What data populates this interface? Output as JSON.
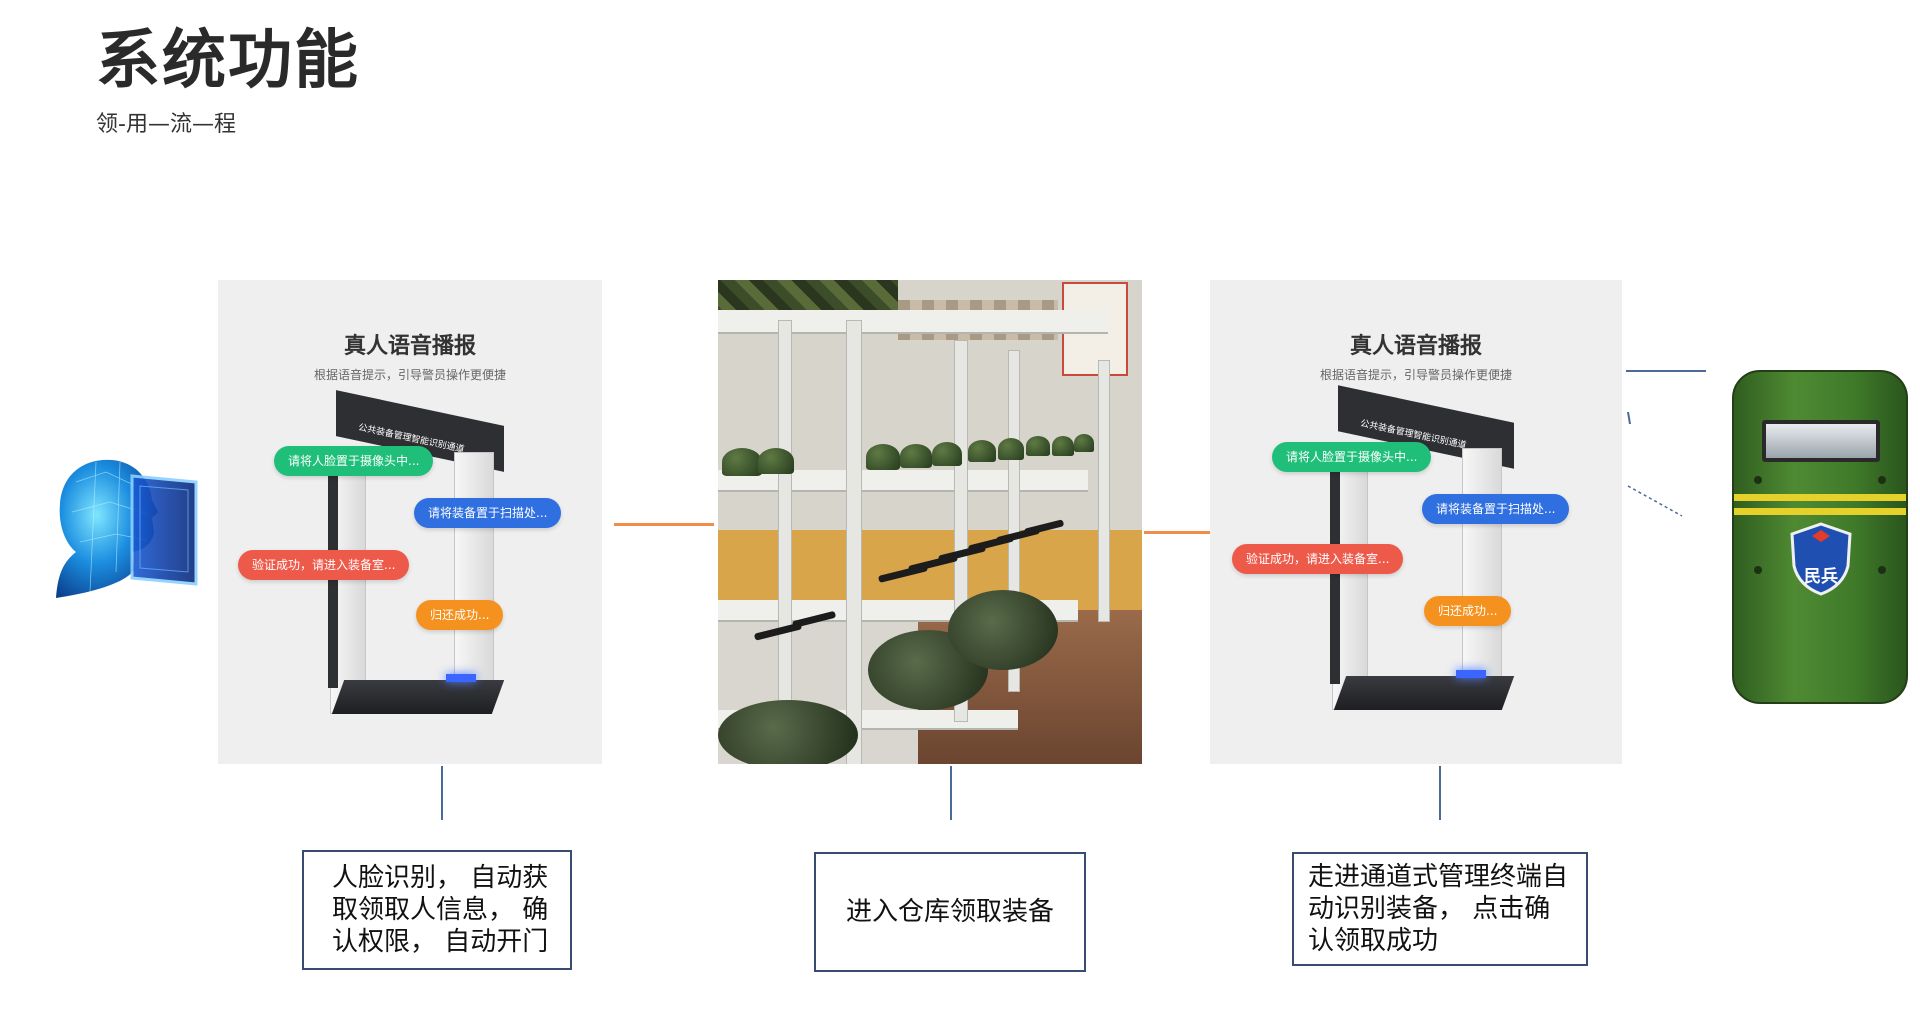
{
  "header": {
    "title": "系统功能",
    "subtitle": "领-用—流—程"
  },
  "panel_left": {
    "title": "真人语音播报",
    "subtitle": "根据语音提示，引导警员操作更便捷",
    "gate_label": "公共装备管理智能识别通道",
    "bubbles": [
      "请将人脸置于摄像头中...",
      "请将装备置于扫描处...",
      "验证成功，请进入装备室...",
      "归还成功..."
    ]
  },
  "panel_right": {
    "title": "真人语音播报",
    "subtitle": "根据语音提示，引导警员操作更便捷",
    "gate_label": "公共装备管理智能识别通道",
    "bubbles": [
      "请将人脸置于摄像头中...",
      "请将装备置于扫描处...",
      "验证成功，请进入装备室...",
      "归还成功..."
    ]
  },
  "shield": {
    "badge_text": "民兵"
  },
  "steps": [
    {
      "text": "人脸识别， 自动获取领取人信息， 确认权限， 自动开门"
    },
    {
      "text": "进入仓库领取装备"
    },
    {
      "text": "走进通道式管理终端自动识别装备， 点击确认领取成功"
    }
  ],
  "colors": {
    "bubble_green": "#1fbf7a",
    "bubble_blue": "#2f6fe0",
    "bubble_red": "#ee5a4a",
    "bubble_orange": "#f5921f",
    "connector_orange": "#ef8e4a",
    "connector_blue": "#4a6a9a",
    "caption_border": "#3a4b72",
    "shield_green": "#4f8a33"
  },
  "icons": [
    "face-scan-icon",
    "riot-shield-icon"
  ]
}
